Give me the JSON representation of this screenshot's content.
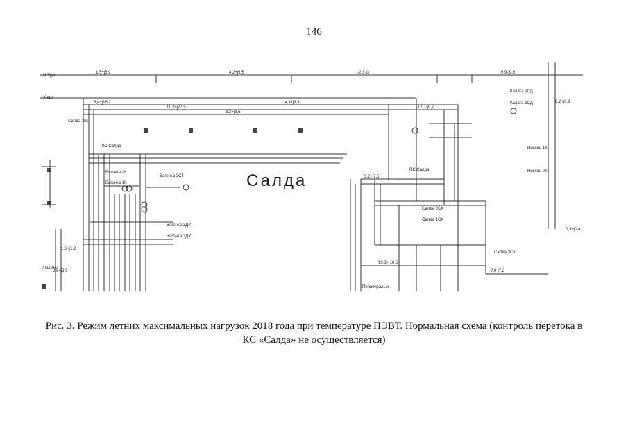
{
  "page": {
    "number": "146"
  },
  "diagram": {
    "station_label": "Салда",
    "labels": {
      "kc_salda": "КС Салда",
      "ps_salda_top": "ПС Салда",
      "salda_30k": "Салда 30к",
      "salda_2ck": "Салда 2СК",
      "salda_1ck": "Салда 1СК",
      "salda_3ck": "Салда 3СК",
      "vagonka_1ck": "Вагонка 1К",
      "vagonka_2k": "Вагонка 2К",
      "vagonka_2cg": "Вагонка 2СГ",
      "vagonka_3du": "Вагонка 3ДУ",
      "vagonka_3du2": "Вагонка 3ДУ",
      "kalata_2cd": "Калата 2СД",
      "kalata_1cd": "Калата 1СД",
      "nikel_1k": "Никель 1К",
      "nikel_2k": "Никель 2К",
      "ilimsk": "Ильимск",
      "nizhnyaya_tura": "Н.Тура",
      "ural": "Урал",
      "pervouralsk": "Первоуральск"
    },
    "flows": [
      "1,5+j5,9",
      "4,2+j9,5",
      "-2,3-j3",
      "-9,9-j9,9",
      "6,4+j16,7",
      "11,2+j27,5",
      "4,3+j9,3",
      "3,2+j8,5",
      "-17,7-j9,7",
      "3,2+j7,6",
      "1,6+j1,2",
      "2,8+j2,3",
      "-7,9-j7,2",
      "19,3+j10,6",
      "6,2+j6,9",
      "0,3+j0,4"
    ]
  },
  "caption": {
    "line1": "Рис. 3. Режим летних максимальных нагрузок 2018 года при температуре ПЭВТ. Нормальная схема (контроль перетока в",
    "line2": "КС «Салда» не осуществляется)"
  }
}
